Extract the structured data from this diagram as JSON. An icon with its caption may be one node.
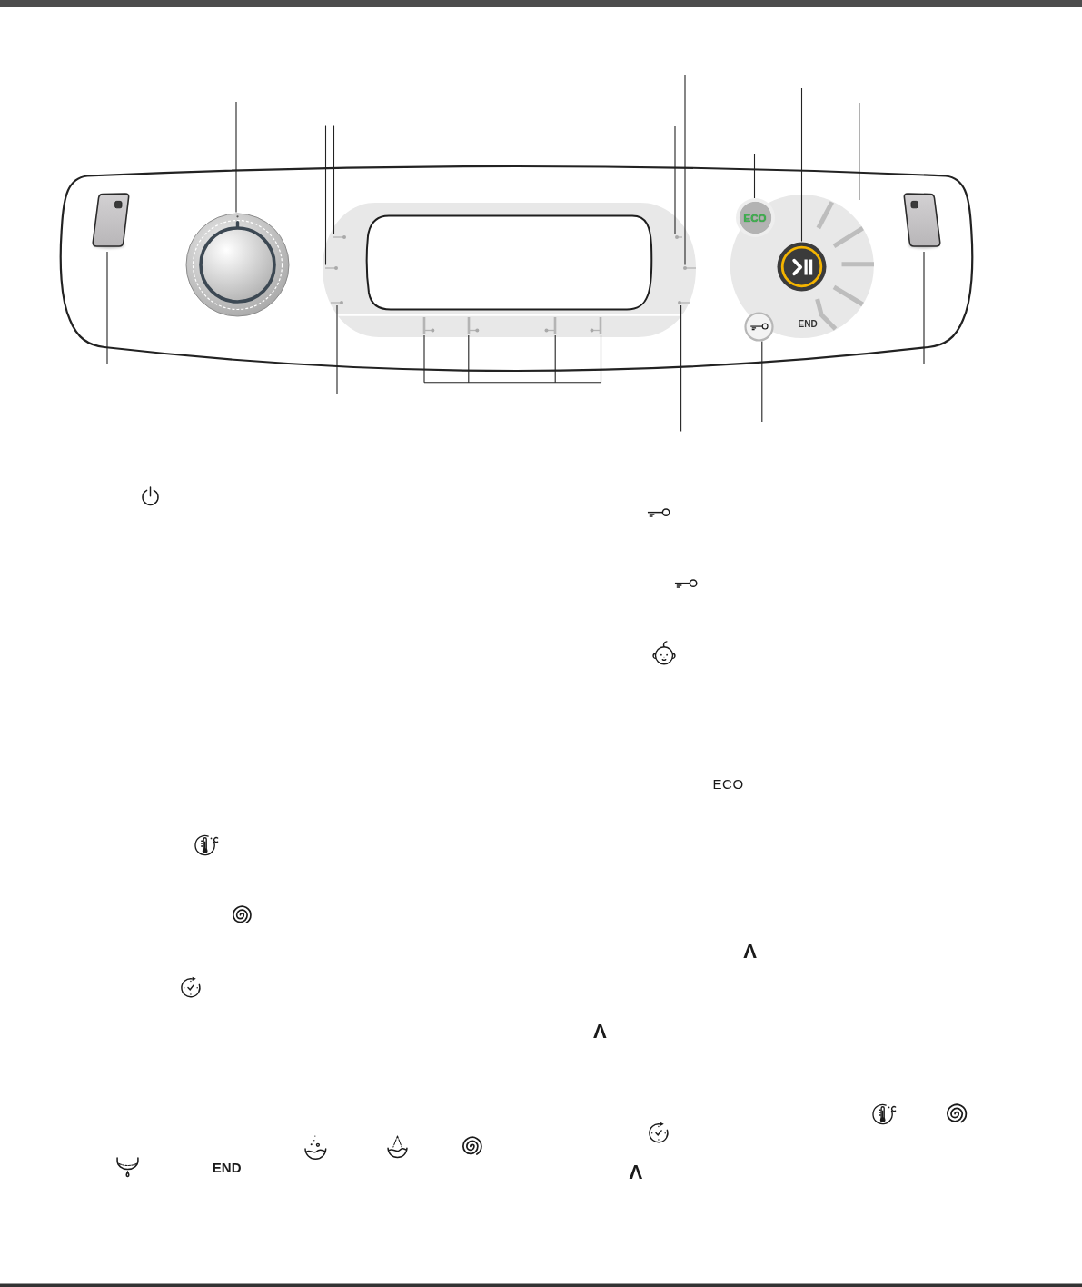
{
  "diagram": {
    "nodes": [
      {
        "text": [],
        "shape": "box"
      },
      {
        "text": [],
        "shape": "circle"
      },
      {
        "text": [],
        "shape": "circle"
      },
      {
        "text": [],
        "shape": "circle"
      },
      {
        "text": [],
        "shape": "circle"
      },
      {
        "text": [],
        "shape": "bar"
      },
      {
        "text": [],
        "shape": "bar"
      },
      {
        "text": [],
        "shape": "bar"
      },
      {
        "text": [],
        "shape": "bar"
      },
      {
        "text": [],
        "shape": "circle"
      },
      {
        "text": [],
        "shape": "circle"
      },
      {
        "text": [],
        "shape": "circle"
      },
      {
        "text": [
          "ECO"
        ]
      },
      {
        "text": [],
        "shape": "circle"
      },
      {
        "text": [],
        "shape": "bar"
      },
      {
        "text": [],
        "shape": "circle"
      },
      {
        "text": [],
        "shape": "box"
      }
    ],
    "edges": [
      {
        "from": null,
        "to": 0,
        "arrow": "none"
      },
      {
        "from": null,
        "to": 1,
        "arrow": "none"
      },
      {
        "from": null,
        "to": 2,
        "arrow": "none"
      },
      {
        "from": null,
        "to": 3,
        "arrow": "none"
      },
      {
        "from": null,
        "to": 4,
        "arrow": "none"
      },
      {
        "from": null,
        "to": 5,
        "arrow": "none"
      },
      {
        "from": null,
        "to": 6,
        "arrow": "none"
      },
      {
        "from": null,
        "to": 7,
        "arrow": "none"
      },
      {
        "from": null,
        "to": 8,
        "arrow": "none"
      },
      {
        "from": null,
        "to": 9,
        "arrow": "none"
      },
      {
        "from": null,
        "to": 10,
        "arrow": "none"
      },
      {
        "from": null,
        "to": 11,
        "arrow": "none"
      },
      {
        "from": null,
        "to": 12,
        "arrow": "none"
      },
      {
        "from": null,
        "to": 13,
        "arrow": "none"
      },
      {
        "from": null,
        "to": 14,
        "arrow": "none"
      },
      {
        "from": null,
        "to": 15,
        "arrow": "none"
      },
      {
        "from": null,
        "to": 16,
        "arrow": "none"
      }
    ],
    "labels": [
      "END",
      "END",
      "ECO",
      "Λ",
      "Λ",
      "Λ"
    ]
  }
}
